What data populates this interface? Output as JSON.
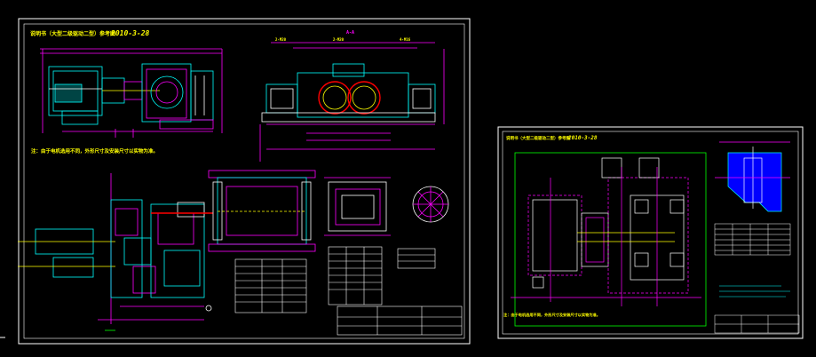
{
  "sheet1": {
    "header_text": "说明书（大型二级驱动二型）参考图",
    "header_date": "2010-3-28",
    "note_text": "注：由于电机选用不同，外形尺寸及安装尺寸以实物为准。",
    "section_label": "A-A",
    "dim_labels": [
      "2-M20",
      "2-M20",
      "4-M16"
    ]
  },
  "sheet2": {
    "header_text": "说明书（大型二级驱动二型）参考图",
    "header_date": "2010-3-28",
    "note_text": "注：由于电机选用不同，外形尺寸及安装尺寸以实物为准。"
  },
  "colors": {
    "background": "#000000",
    "frame": "#ffffff",
    "primary": "#ff00ff",
    "secondary": "#00ffff",
    "accent": "#ffff00",
    "blue": "#0000ff",
    "green": "#00ff00",
    "red": "#ff0000"
  }
}
